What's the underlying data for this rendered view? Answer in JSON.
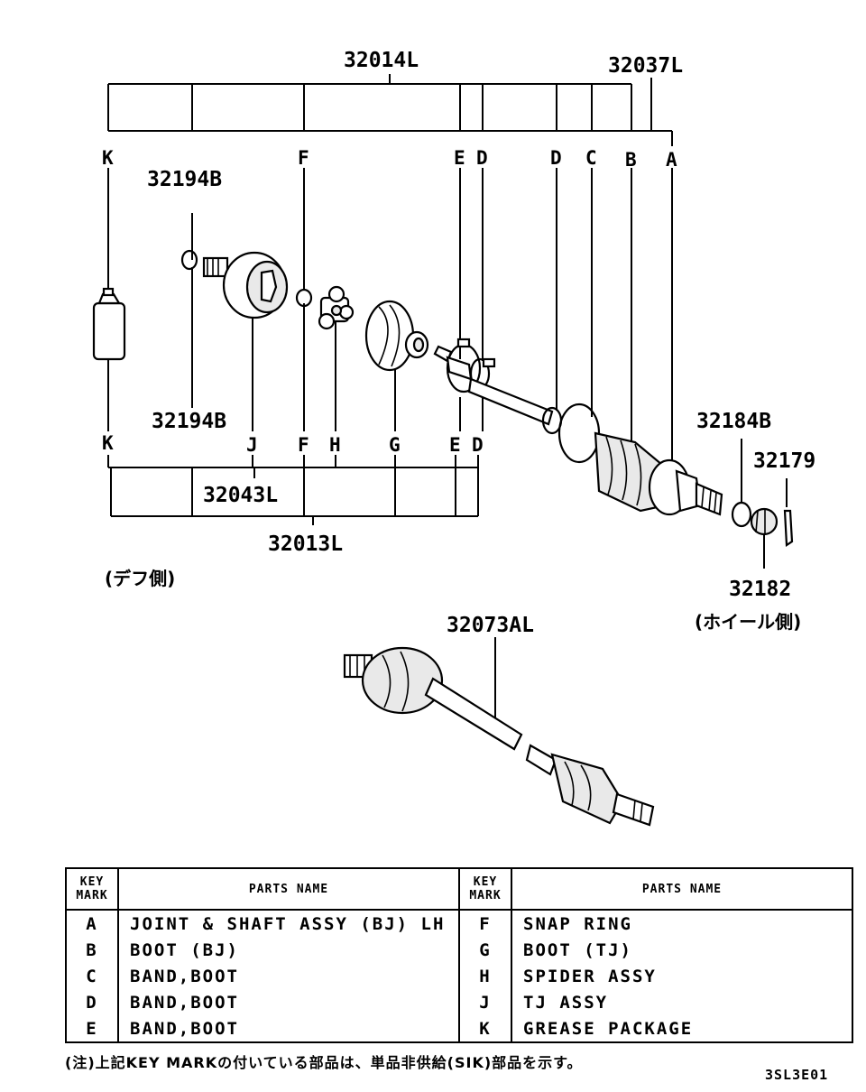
{
  "callouts": {
    "c32014L": "32014L",
    "c32037L": "32037L",
    "c32194B_top": "32194B",
    "c32194B_bottom": "32194B",
    "c32043L": "32043L",
    "c32013L": "32013L",
    "c32184B": "32184B",
    "c32179": "32179",
    "c32182": "32182",
    "c32073AL": "32073AL"
  },
  "key_letters": {
    "top": [
      "K",
      "F",
      "E",
      "D",
      "D",
      "C",
      "B",
      "A"
    ],
    "bottom": [
      "K",
      "J",
      "F",
      "H",
      "G",
      "E",
      "D"
    ]
  },
  "side_labels": {
    "diff_side": "(デフ側)",
    "wheel_side": "(ホイール側)"
  },
  "table": {
    "header_key_line1": "KEY",
    "header_key_line2": "MARK",
    "header_parts": "PARTS NAME",
    "left": [
      {
        "key": "A",
        "name": "JOINT & SHAFT ASSY (BJ) LH"
      },
      {
        "key": "B",
        "name": "BOOT (BJ)"
      },
      {
        "key": "C",
        "name": "BAND,BOOT"
      },
      {
        "key": "D",
        "name": "BAND,BOOT"
      },
      {
        "key": "E",
        "name": "BAND,BOOT"
      }
    ],
    "right": [
      {
        "key": "F",
        "name": "SNAP RING"
      },
      {
        "key": "G",
        "name": "BOOT (TJ)"
      },
      {
        "key": "H",
        "name": "SPIDER ASSY"
      },
      {
        "key": "J",
        "name": "TJ ASSY"
      },
      {
        "key": "K",
        "name": "GREASE PACKAGE"
      }
    ]
  },
  "note": "(注)上記KEY MARKの付いている部品は、単品非供給(SIK)部品を示す。",
  "diagram_code": "3SL3E01"
}
